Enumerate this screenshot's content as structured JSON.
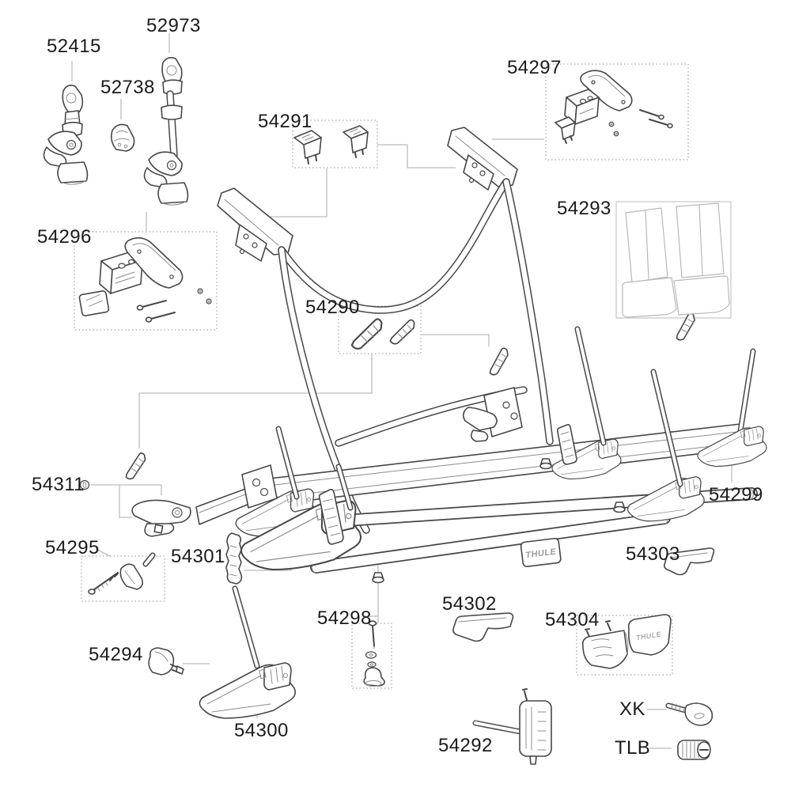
{
  "diagram": {
    "kind": "exploded-parts-diagram",
    "background": "#ffffff"
  },
  "brand": {
    "name": "THULE"
  },
  "colors": {
    "line": "#474747",
    "leader": "#bcbcbc",
    "label": "#1b1b1b",
    "dotted_box": "#909090"
  },
  "labels": {
    "p52415": "52415",
    "p52973": "52973",
    "p52738": "52738",
    "p54291": "54291",
    "p54297": "54297",
    "p54293": "54293",
    "p54296": "54296",
    "p54290": "54290",
    "p54311": "54311",
    "p54295": "54295",
    "p54301": "54301",
    "p54299": "54299",
    "p54303": "54303",
    "p54302": "54302",
    "p54304": "54304",
    "p54294": "54294",
    "p54298": "54298",
    "p54300": "54300",
    "p54292": "54292",
    "xk": "XK",
    "tlb": "TLB"
  }
}
